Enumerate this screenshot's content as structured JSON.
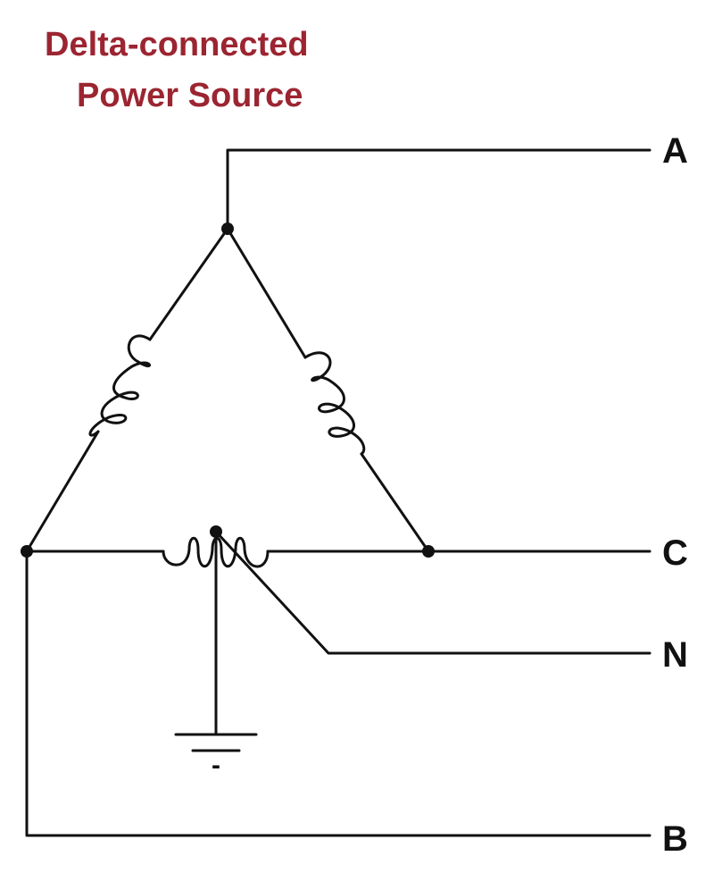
{
  "title": {
    "line1": "Delta-connected",
    "line2": "Power Source"
  },
  "terminals": {
    "a": "A",
    "c": "C",
    "n": "N",
    "b": "B"
  },
  "ground_mark": "-",
  "colors": {
    "title": "#9b2531",
    "wire": "#111111",
    "background": "#ffffff"
  },
  "icons": {
    "winding": "inductor-coil-icon",
    "ground": "ground-symbol-icon",
    "junction": "junction-dot-icon"
  }
}
